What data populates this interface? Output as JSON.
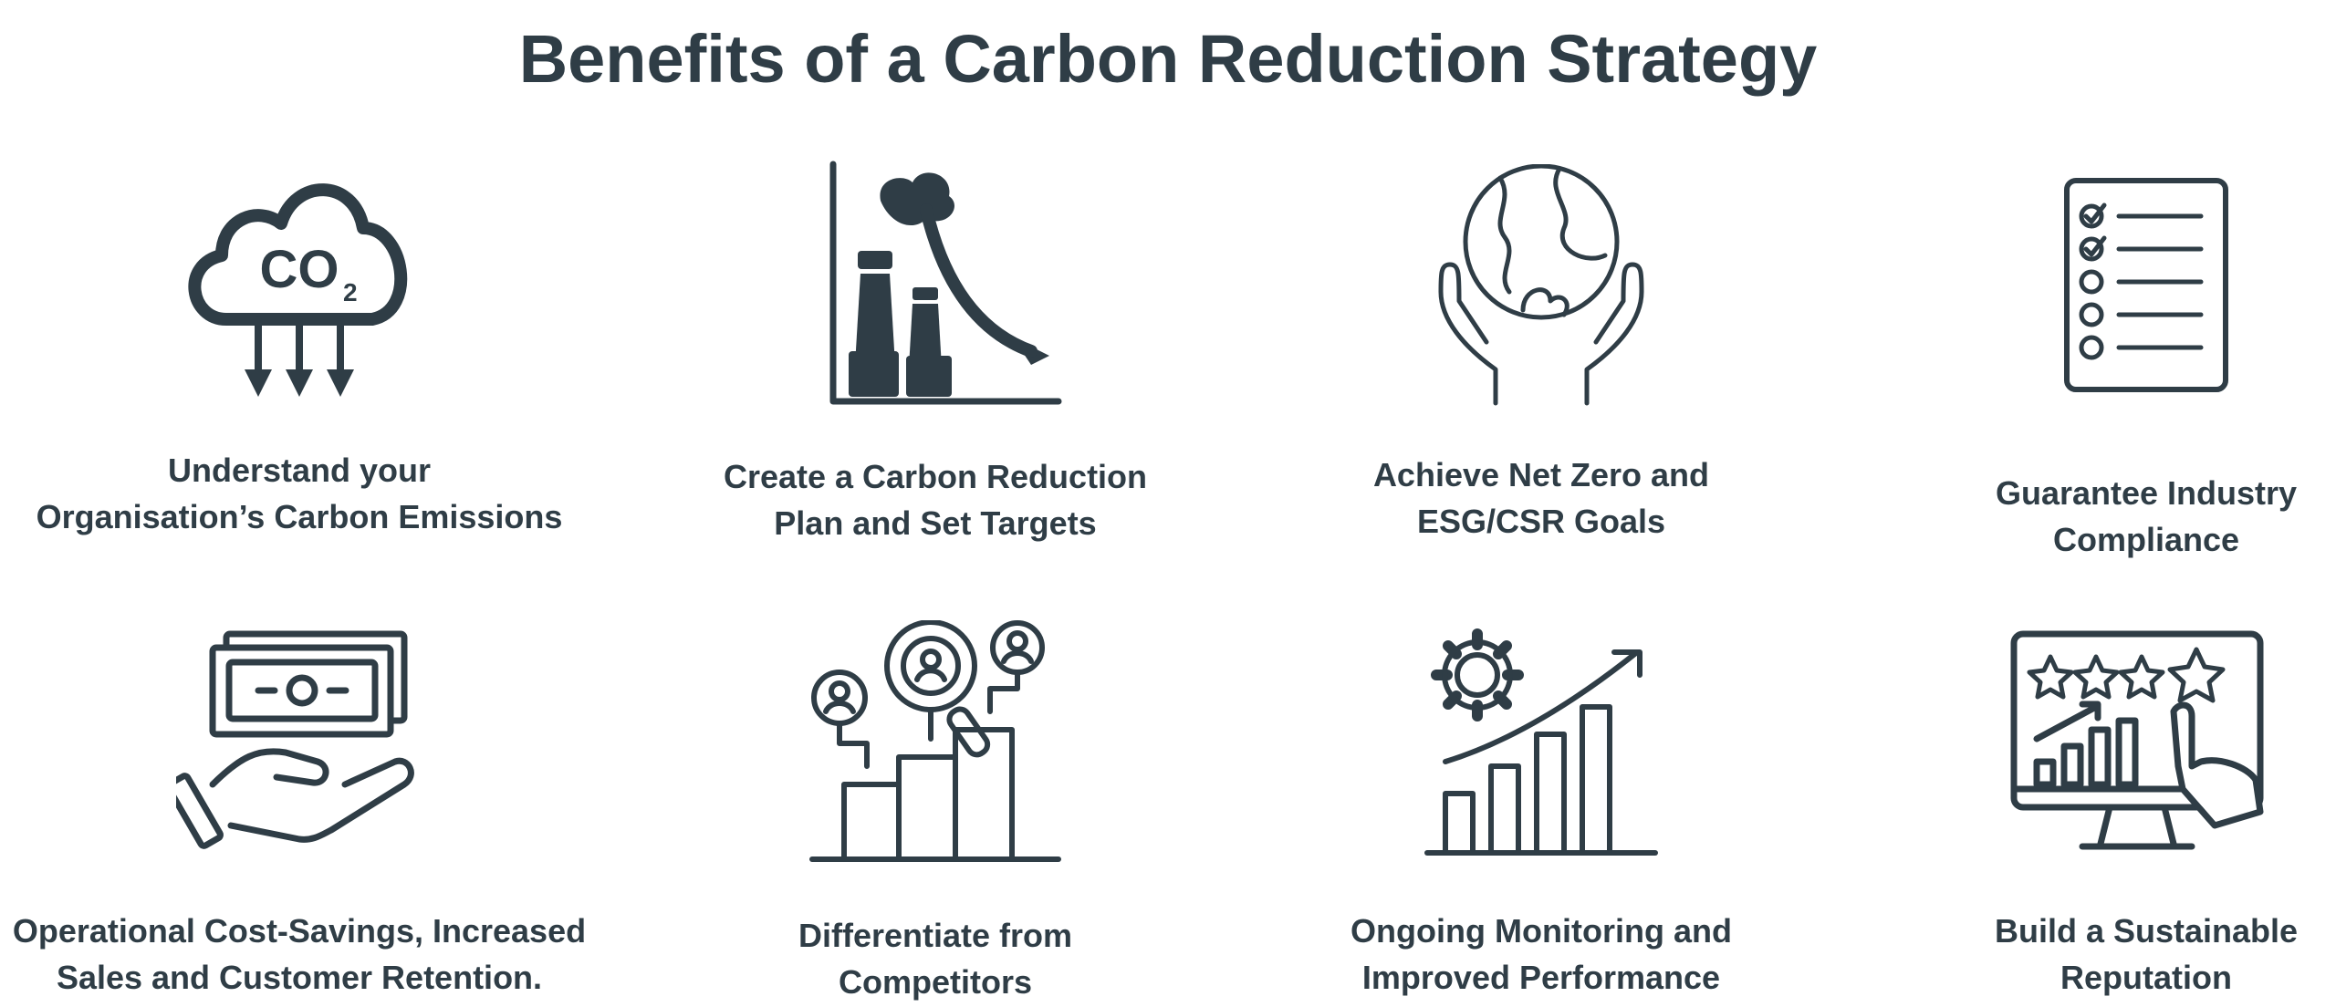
{
  "title": "Benefits of a Carbon Reduction Strategy",
  "color": "#2f3d46",
  "benefits": [
    {
      "icon": "co2-cloud-icon",
      "line1": "Understand your",
      "line2": "Organisation’s Carbon Emissions",
      "co2_text": "CO",
      "co2_sub": "2"
    },
    {
      "icon": "factory-emissions-decline-icon",
      "line1": "Create a Carbon Reduction",
      "line2": "Plan and Set Targets"
    },
    {
      "icon": "hands-holding-globe-icon",
      "line1": "Achieve Net Zero and",
      "line2": "ESG/CSR Goals"
    },
    {
      "icon": "checklist-icon",
      "line1": "Guarantee Industry",
      "line2": "Compliance"
    },
    {
      "icon": "hand-with-money-icon",
      "line1": "Operational Cost-Savings, Increased",
      "line2": "Sales and Customer Retention."
    },
    {
      "icon": "competitor-analysis-icon",
      "line1": "Differentiate from",
      "line2": "Competitors"
    },
    {
      "icon": "growth-chart-gear-icon",
      "line1": "Ongoing Monitoring and",
      "line2": "Improved Performance"
    },
    {
      "icon": "monitor-rating-icon",
      "line1": "Build a Sustainable",
      "line2": "Reputation"
    }
  ]
}
